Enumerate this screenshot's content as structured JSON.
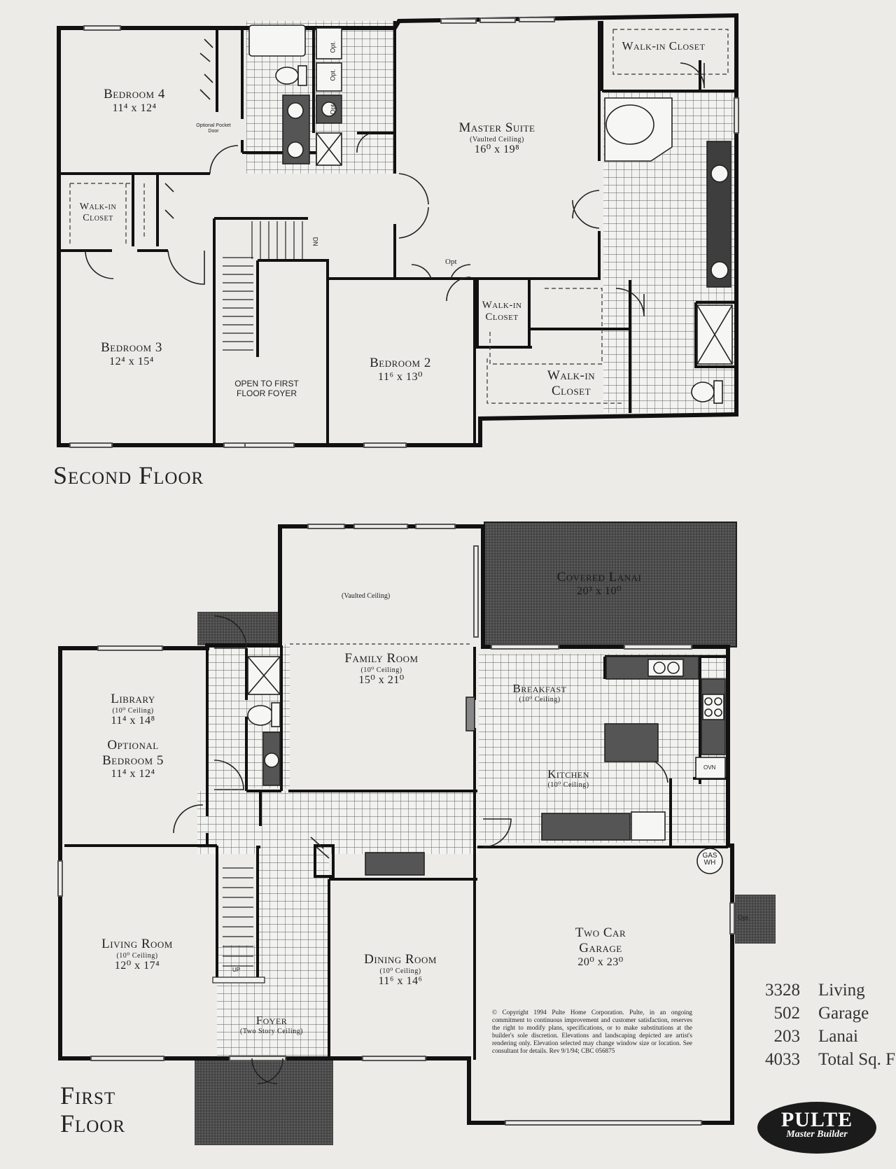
{
  "second_floor": {
    "title": "Second Floor",
    "rooms": {
      "bedroom4": {
        "name": "Bedroom 4",
        "dim": "11⁴ x 12⁴"
      },
      "pocket_door": "Optional Pocket Door",
      "walkin_a": "Walk-in Closet",
      "bedroom3": {
        "name": "Bedroom 3",
        "dim": "12⁴ x 15⁴"
      },
      "open_foyer": "OPEN TO FIRST FLOOR FOYER",
      "dn": "DN",
      "opt1": "Opt.",
      "opt2": "Opt.",
      "opt3": "Opt.",
      "master": {
        "name": "Master Suite",
        "note": "(Vaulted Ceiling)",
        "dim": "16⁰ x 19⁸"
      },
      "walkin_b": "Walk-in Closet",
      "walkin_c": "Walk-in Closet",
      "walkin_d": "Walk-in Closet",
      "bedroom2": {
        "name": "Bedroom 2",
        "dim": "11⁶ x 13⁰"
      },
      "opt_door": "Opt"
    }
  },
  "first_floor": {
    "title": "First Floor",
    "rooms": {
      "family": {
        "name": "Family Room",
        "note": "(10⁰ Ceiling)",
        "dim": "15⁰ x 21⁰",
        "vaulted": "(Vaulted Ceiling)"
      },
      "lanai": {
        "name": "Covered Lanai",
        "dim": "20³ x 10⁰"
      },
      "library": {
        "name": "Library",
        "note": "(10⁰ Ceiling)",
        "dim": "11⁴ x 14⁸",
        "opt_name": "Optional Bedroom 5",
        "opt_dim": "11⁴ x 12⁴"
      },
      "breakfast": {
        "name": "Breakfast",
        "note": "(10⁰ Ceiling)"
      },
      "kitchen": {
        "name": "Kitchen",
        "note": "(10⁰ Ceiling)"
      },
      "oven": "OVN",
      "living": {
        "name": "Living Room",
        "note": "(10⁰ Ceiling)",
        "dim": "12⁰ x 17⁴"
      },
      "up": "UP",
      "dining": {
        "name": "Dining Room",
        "note": "(10⁰ Ceiling)",
        "dim": "11⁶ x 14⁶"
      },
      "garage": {
        "name": "Two Car Garage",
        "dim": "20⁰ x 23⁰"
      },
      "gas_wh": "GAS WH",
      "opt_garage": "Opt.",
      "foyer": {
        "name": "Foyer",
        "note": "(Two Story Ceiling)"
      }
    }
  },
  "copyright": "© Copyright 1994 Pulte Home Corporation. Pulte, in an ongoing commitment to continuous improvement and customer satisfaction, reserves the right to modify plans, specifications, or to make substitutions at the builder's sole discretion. Elevations and landscaping depicted are artist's rendering only. Elevation selected may change window size or location. See consultant for details. Rev 9/1/94; CBC 056875",
  "sqft": [
    {
      "value": "3328",
      "label": "Living"
    },
    {
      "value": "502",
      "label": "Garage"
    },
    {
      "value": "203",
      "label": "Lanai"
    },
    {
      "value": "4033",
      "label": "Total Sq. F"
    }
  ],
  "logo": {
    "name": "PULTE",
    "tagline": "Master Builder"
  }
}
